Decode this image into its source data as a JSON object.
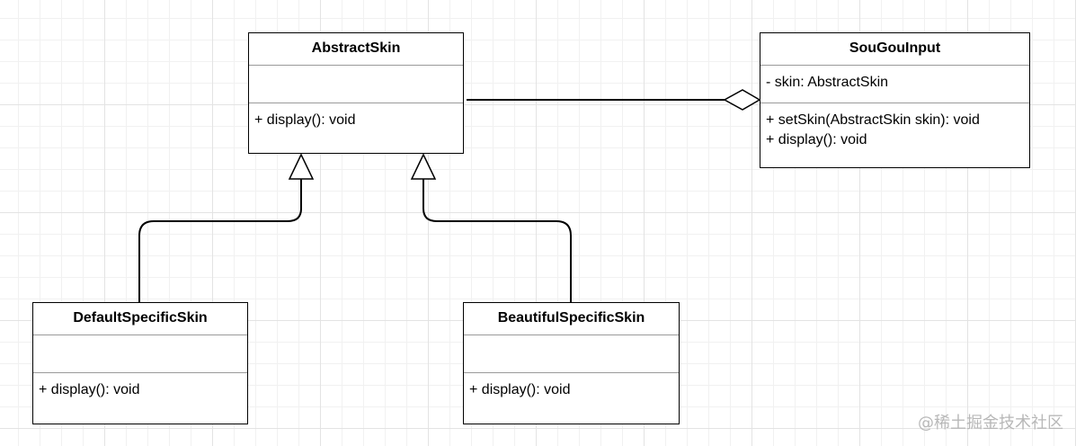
{
  "classes": {
    "abstract_skin": {
      "name": "AbstractSkin",
      "attributes": [],
      "operations": [
        "+ display(): void"
      ]
    },
    "sougou_input": {
      "name": "SouGouInput",
      "attributes": [
        "- skin: AbstractSkin"
      ],
      "operations": [
        "+ setSkin(AbstractSkin skin): void",
        "+ display(): void"
      ]
    },
    "default_specific_skin": {
      "name": "DefaultSpecificSkin",
      "attributes": [],
      "operations": [
        "+ display(): void"
      ]
    },
    "beautiful_specific_skin": {
      "name": "BeautifulSpecificSkin",
      "attributes": [],
      "operations": [
        "+ display(): void"
      ]
    }
  },
  "relationships": [
    {
      "type": "generalization",
      "from": "DefaultSpecificSkin",
      "to": "AbstractSkin"
    },
    {
      "type": "generalization",
      "from": "BeautifulSpecificSkin",
      "to": "AbstractSkin"
    },
    {
      "type": "aggregation",
      "whole": "SouGouInput",
      "part": "AbstractSkin"
    }
  ],
  "watermark": "@稀土掘金技术社区"
}
